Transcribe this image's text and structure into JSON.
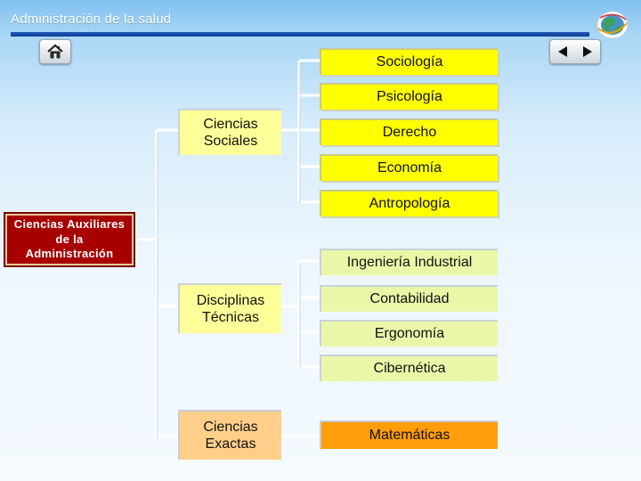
{
  "header": {
    "title": "Administración de la salud",
    "logo_icon": "globe-logo-icon",
    "accent_color": "#1f58b8"
  },
  "nav": {
    "home_icon": "home-icon",
    "prev_icon": "triangle-left-icon",
    "next_icon": "triangle-right-icon"
  },
  "diagram": {
    "root": "Ciencias Auxiliares\nde la\nAdministración",
    "groups": [
      {
        "label": "Ciencias\nSociales",
        "color": "#ffff99",
        "children": [
          "Sociología",
          "Psicología",
          "Derecho",
          "Economía",
          "Antropología"
        ],
        "child_color": "#ffff00"
      },
      {
        "label": "Disciplinas\nTécnicas",
        "color": "#ffff99",
        "children": [
          "Ingeniería Industrial",
          "Contabilidad",
          "Ergonomía",
          "Cibernética"
        ],
        "child_color": "#eaf7a8"
      },
      {
        "label": "Ciencias\nExactas",
        "color": "#ffcf8a",
        "children": [
          "Matemáticas"
        ],
        "child_color": "#ff9d0a"
      }
    ]
  }
}
